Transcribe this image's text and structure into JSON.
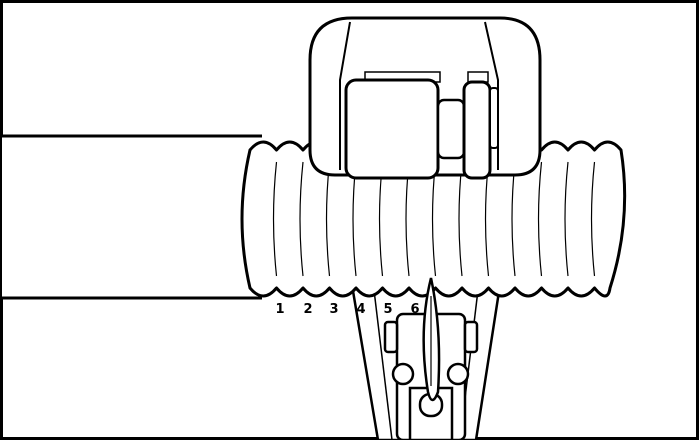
{
  "diagram": {
    "marker_labels": [
      "1",
      "2",
      "3",
      "4",
      "5",
      "6"
    ],
    "colors": {
      "stroke": "#000000",
      "fill": "#ffffff",
      "background": "#ffffff"
    },
    "components": [
      "corrugated-pipe-icon",
      "smooth-pipe-icon",
      "pipe-cutter-wheel-assembly-icon",
      "cutter-blade-icon",
      "cutter-handle-icon"
    ]
  }
}
